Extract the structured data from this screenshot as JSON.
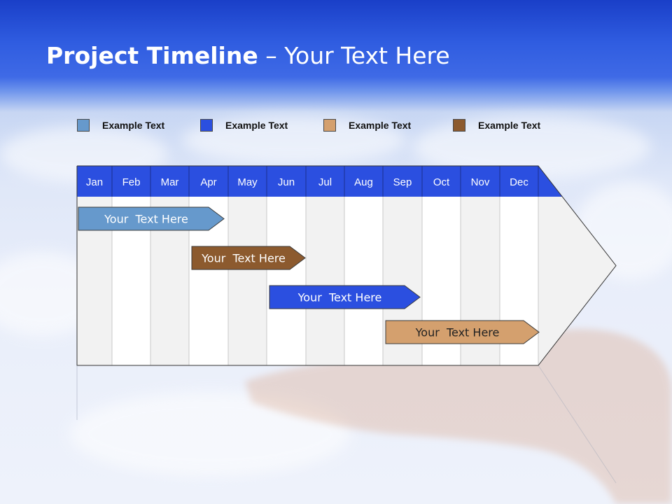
{
  "title": {
    "bold": "Project Timeline",
    "regular": " – Your Text Here"
  },
  "legend": [
    {
      "label": "Example Text",
      "color": "#6699cc"
    },
    {
      "label": "Example Text",
      "color": "#2b4fe0"
    },
    {
      "label": "Example Text",
      "color": "#d4a06e"
    },
    {
      "label": "Example Text",
      "color": "#8c5a2e"
    }
  ],
  "months": [
    "Jan",
    "Feb",
    "Mar",
    "Apr",
    "May",
    "Jun",
    "Jul",
    "Aug",
    "Sep",
    "Oct",
    "Nov",
    "Dec"
  ],
  "colors": {
    "header": "#2b4fe0",
    "header_text": "#ffffff",
    "col_shade": "#f2f2f2",
    "col_plain": "#ffffff",
    "grid_line": "#c8c8c8",
    "outline": "#333333"
  },
  "tasks": [
    {
      "label": "Your  Text Here",
      "start": "Jan",
      "end": "Apr",
      "color": "#6699cc",
      "text_color": "#ffffff"
    },
    {
      "label": "Your  Text Here",
      "start": "Apr",
      "end": "Jun",
      "color": "#8c5a2e",
      "text_color": "#ffffff"
    },
    {
      "label": "Your  Text Here",
      "start": "Jun",
      "end": "Aug",
      "color": "#2b4fe0",
      "text_color": "#ffffff"
    },
    {
      "label": "Your  Text Here",
      "start": "Sep",
      "end": "Dec",
      "color": "#d4a06e",
      "text_color": "#222222"
    }
  ]
}
